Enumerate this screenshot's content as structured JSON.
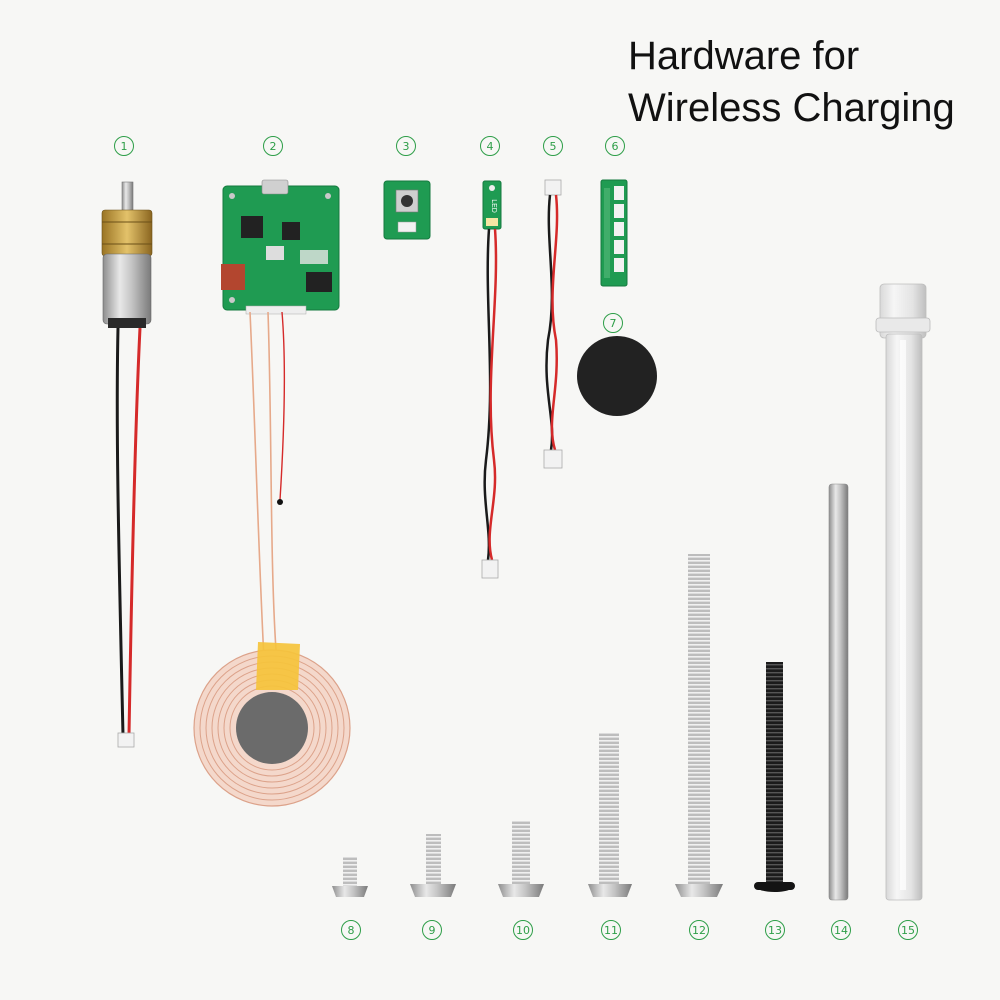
{
  "title": {
    "line1": "Hardware for",
    "line2": "Wireless Charging"
  },
  "labels": [
    "1",
    "2",
    "3",
    "4",
    "5",
    "6",
    "7",
    "8",
    "9",
    "10",
    "11",
    "12",
    "13",
    "14",
    "15"
  ],
  "pcb_text": {
    "led": "LED"
  },
  "colors": {
    "background": "#f7f7f5",
    "label_green": "#2e9e48",
    "pcb_green": "#1f9b52",
    "wire_red": "#d52a2a",
    "wire_black": "#1a1a1a",
    "copper": "#e9b8a0",
    "tape_yellow": "#f5c33b"
  }
}
